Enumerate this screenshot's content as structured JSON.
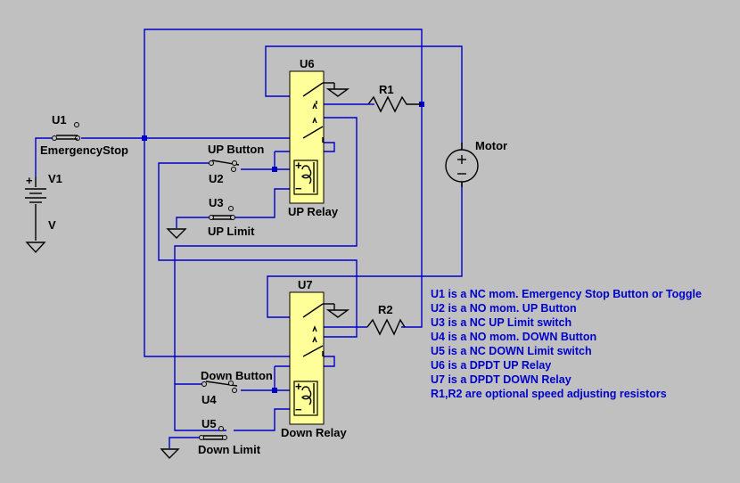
{
  "schematic": {
    "labels": {
      "u1": "U1",
      "emergency_stop": "EmergencyStop",
      "v1": "V1",
      "v": "V",
      "u6": "U6",
      "r1": "R1",
      "up_button": "UP Button",
      "u2": "U2",
      "u3": "U3",
      "up_limit": "UP Limit",
      "up_relay": "UP Relay",
      "motor": "Motor",
      "u7": "U7",
      "r2": "R2",
      "down_button": "Down Button",
      "u4": "U4",
      "u5": "U5",
      "down_limit": "Down Limit",
      "down_relay": "Down Relay",
      "plus": "+",
      "minus": "−"
    },
    "notes": [
      "U1 is a NC mom. Emergency Stop Button or Toggle",
      "U2 is a NO mom. UP Button",
      "U3 is a NC UP Limit switch",
      "U4 is a NO mom. DOWN Button",
      "U5 is a NC DOWN Limit switch",
      "U6 is a DPDT UP Relay",
      "U7 is a DPDT DOWN Relay",
      "R1,R2 are optional speed adjusting resistors"
    ],
    "colors": {
      "background": "#c0c0c0",
      "wire": "#0000cc",
      "relay_body": "#ffff99",
      "note_text": "#0000cc"
    }
  }
}
